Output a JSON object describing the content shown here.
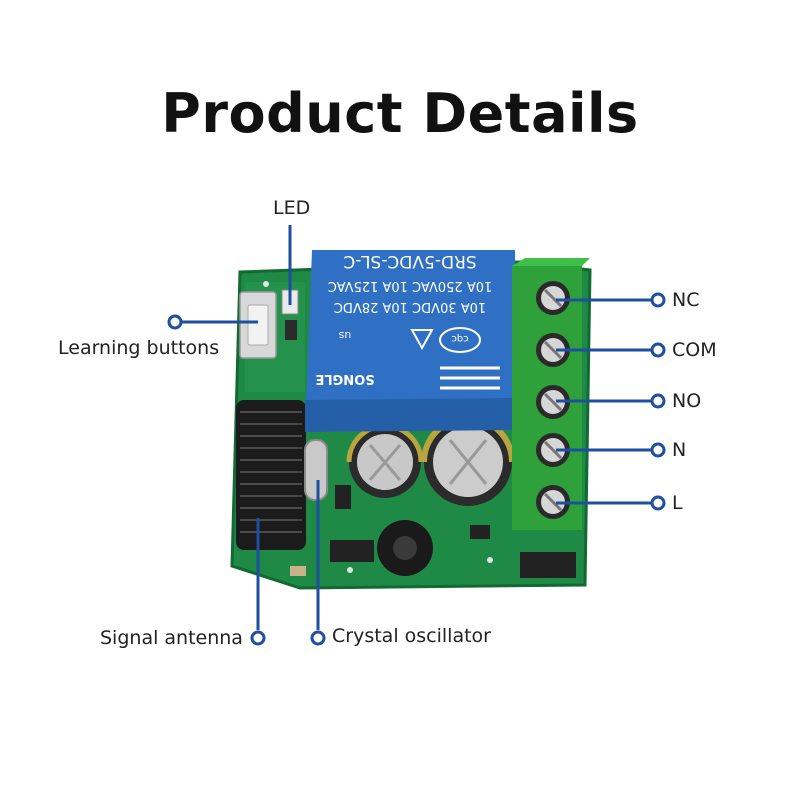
{
  "title": "Product Details",
  "callouts": {
    "led": "LED",
    "learning_buttons": "Learning buttons",
    "signal_antenna": "Signal antenna",
    "crystal_oscillator": "Crystal oscillator",
    "nc": "NC",
    "com": "COM",
    "no": "NO",
    "n": "N",
    "l": "L"
  },
  "relay": {
    "model": "SRD-5VDC-SL-C",
    "rating_1": "10A 250VAC  10A 125VAC",
    "rating_2": "10A 30VDC  10A 28VDC",
    "brand": "SONGLE",
    "cert_us": "us",
    "cert_cqc": "cqc"
  },
  "colors": {
    "callout_line": "#1f4fa0",
    "pcb": "#1e8a46",
    "relay": "#2f6fc4",
    "terminal": "#2fa13a"
  }
}
